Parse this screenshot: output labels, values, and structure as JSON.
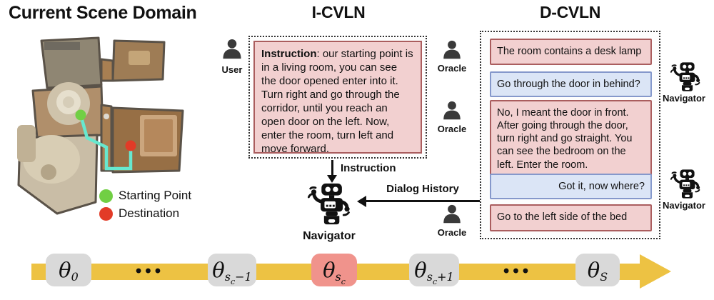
{
  "header": {
    "scene_title": "Current Scene Domain",
    "icvln_title": "I-CVLN",
    "dcvln_title": "D-CVLN"
  },
  "scene": {
    "legend": [
      {
        "color": "#71cf44",
        "label": "Starting Point"
      },
      {
        "color": "#e23b27",
        "label": "Destination"
      }
    ]
  },
  "icvln": {
    "user_label": "User",
    "instruction_prefix": "Instruction",
    "instruction_text": ": our starting point is in a living room, you can see the door opened enter into it. Turn right and go through the corridor, until you reach an open door on the left. Now, enter the room, turn left and move forward.",
    "arrow_label": "Instruction",
    "navigator_label": "Navigator"
  },
  "dcvln": {
    "history_arrow_label": "Dialog History",
    "oracle_labels": [
      "Oracle",
      "Oracle",
      "Oracle"
    ],
    "navigator_labels": [
      "Navigator",
      "Navigator"
    ],
    "dialog": [
      {
        "speaker": "Oracle",
        "text": "The room contains a desk lamp"
      },
      {
        "speaker": "Navigator",
        "text": "Go through the door in behind?"
      },
      {
        "speaker": "Oracle",
        "text": "No, I meant the door in front. After going through the door, turn right and go straight. You can see the bedroom on the left. Enter the room."
      },
      {
        "speaker": "Navigator",
        "text": "Got it, now where?"
      },
      {
        "speaker": "Oracle",
        "text": "Go to the left side of the bed"
      }
    ]
  },
  "timeline": {
    "dots": "•••",
    "nodes": [
      {
        "base": "θ",
        "sub": "0",
        "subsub": "",
        "suffix": "",
        "highlight": false
      },
      {
        "base": "θ",
        "sub": "s",
        "subsub": "c",
        "suffix": "−1",
        "highlight": false
      },
      {
        "base": "θ",
        "sub": "s",
        "subsub": "c",
        "suffix": "",
        "highlight": true
      },
      {
        "base": "θ",
        "sub": "s",
        "subsub": "c",
        "suffix": "+1",
        "highlight": false
      },
      {
        "base": "θ",
        "sub": "S",
        "subsub": "",
        "suffix": "",
        "highlight": false
      }
    ]
  },
  "colors": {
    "oracle_bubble_fill": "#f2d0d0",
    "oracle_bubble_border": "#aa5d5e",
    "navigator_bubble_fill": "#dbe5f6",
    "navigator_bubble_border": "#8598cb",
    "timeline_arrow": "#edc243",
    "timeline_node_fill": "#d9d9d9",
    "timeline_current_fill": "#f0938c",
    "start_point": "#71cf44",
    "destination": "#e23b27",
    "path": "#67e8cf"
  }
}
